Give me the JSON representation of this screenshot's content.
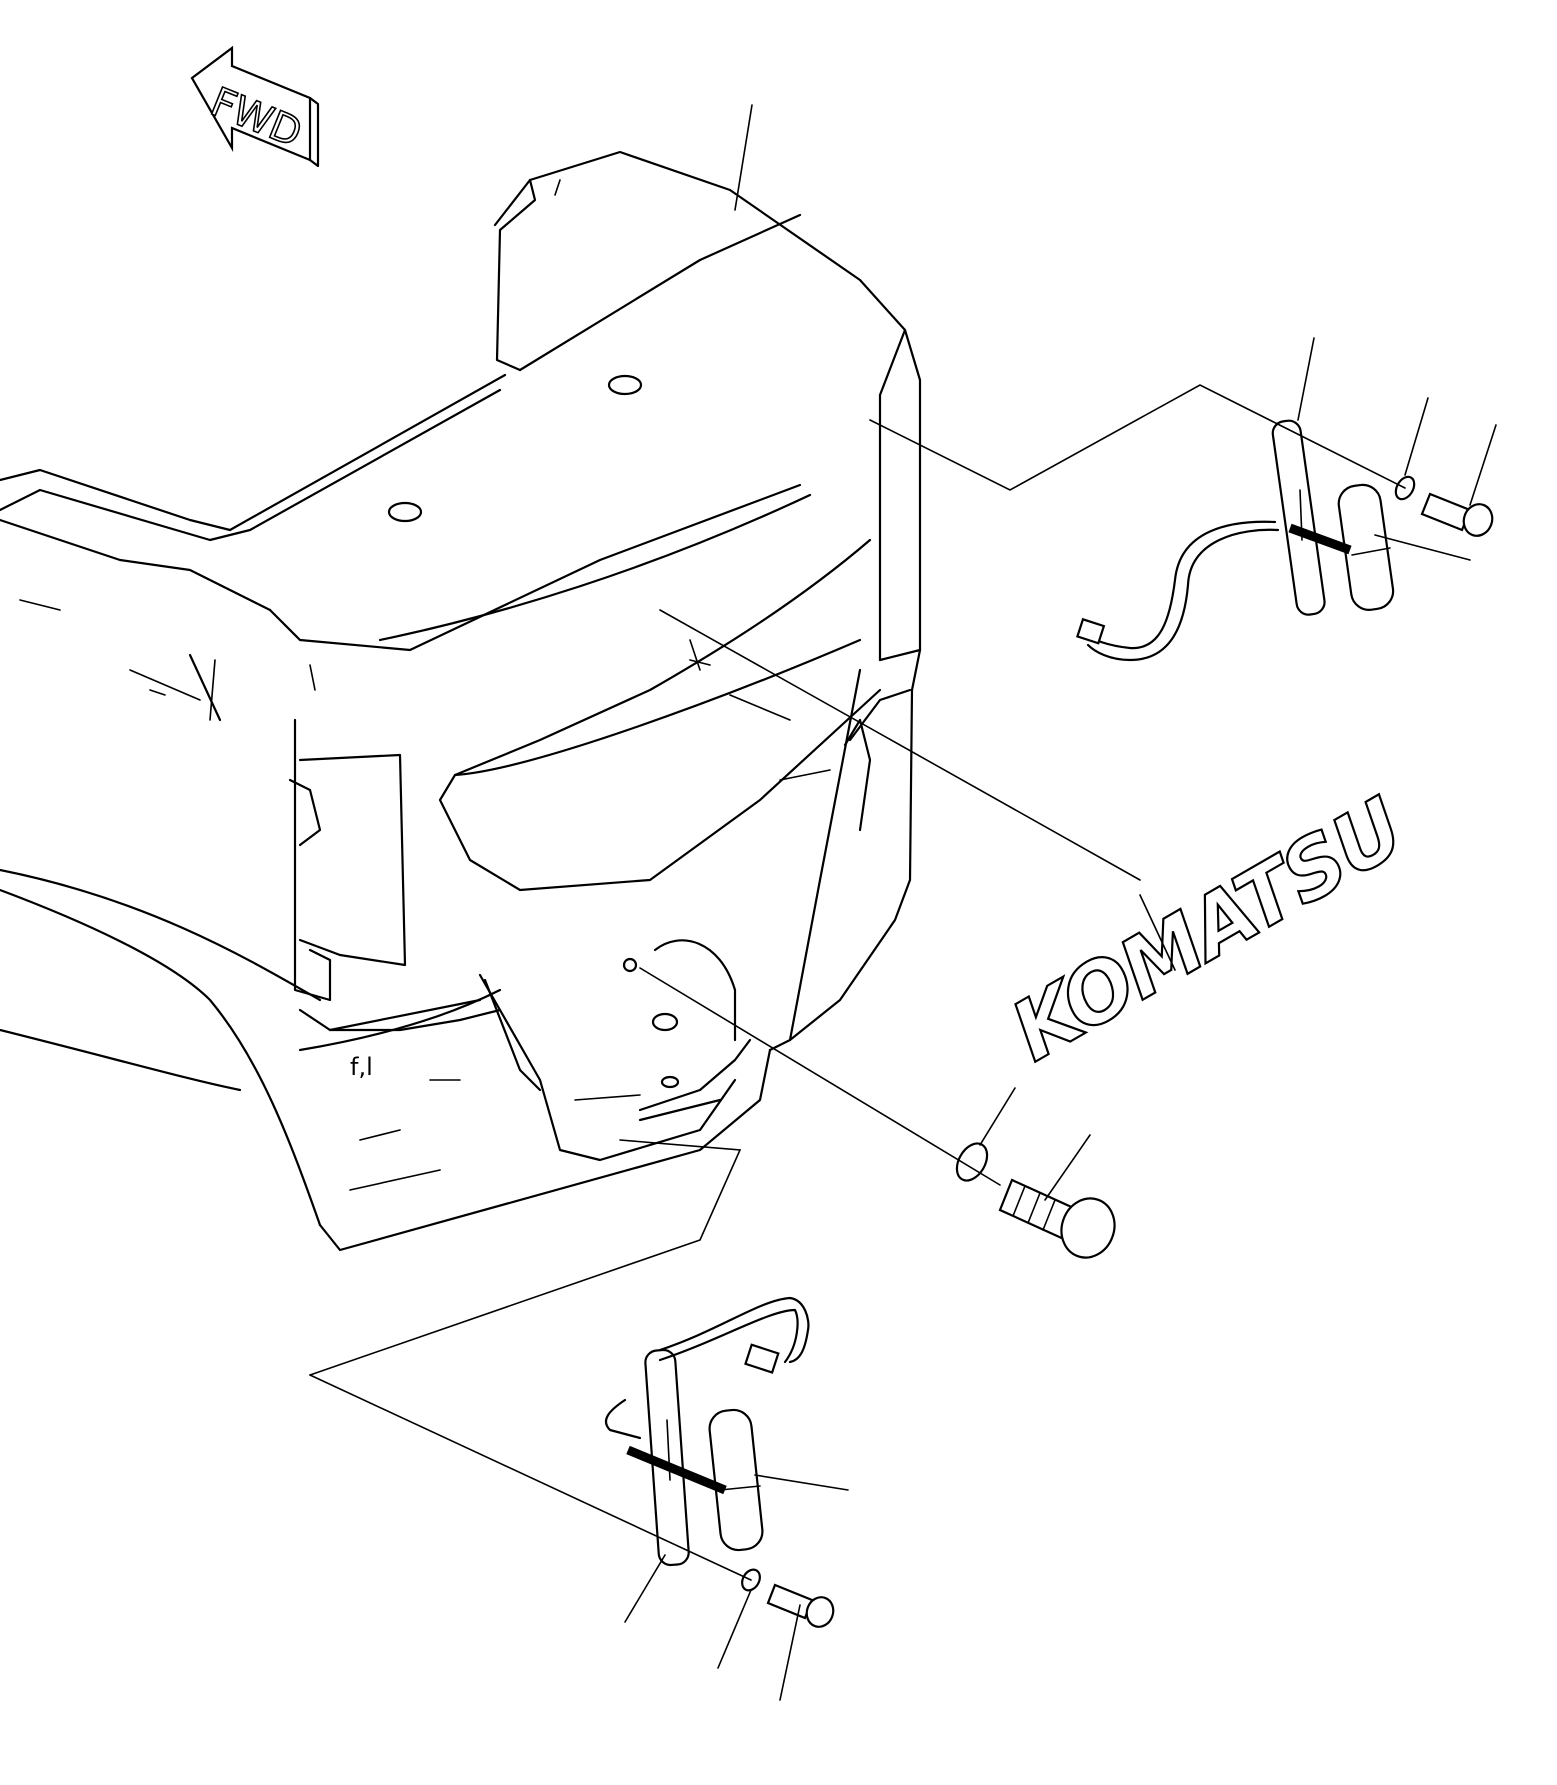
{
  "fwd_arrow": {
    "label": "FWD",
    "icon": "forward-arrow-icon"
  },
  "brand_decal": {
    "text": "KOMATSU"
  },
  "panel_mark": {
    "text": "f,l"
  },
  "colors": {
    "line": "#000000",
    "background": "#ffffff"
  }
}
